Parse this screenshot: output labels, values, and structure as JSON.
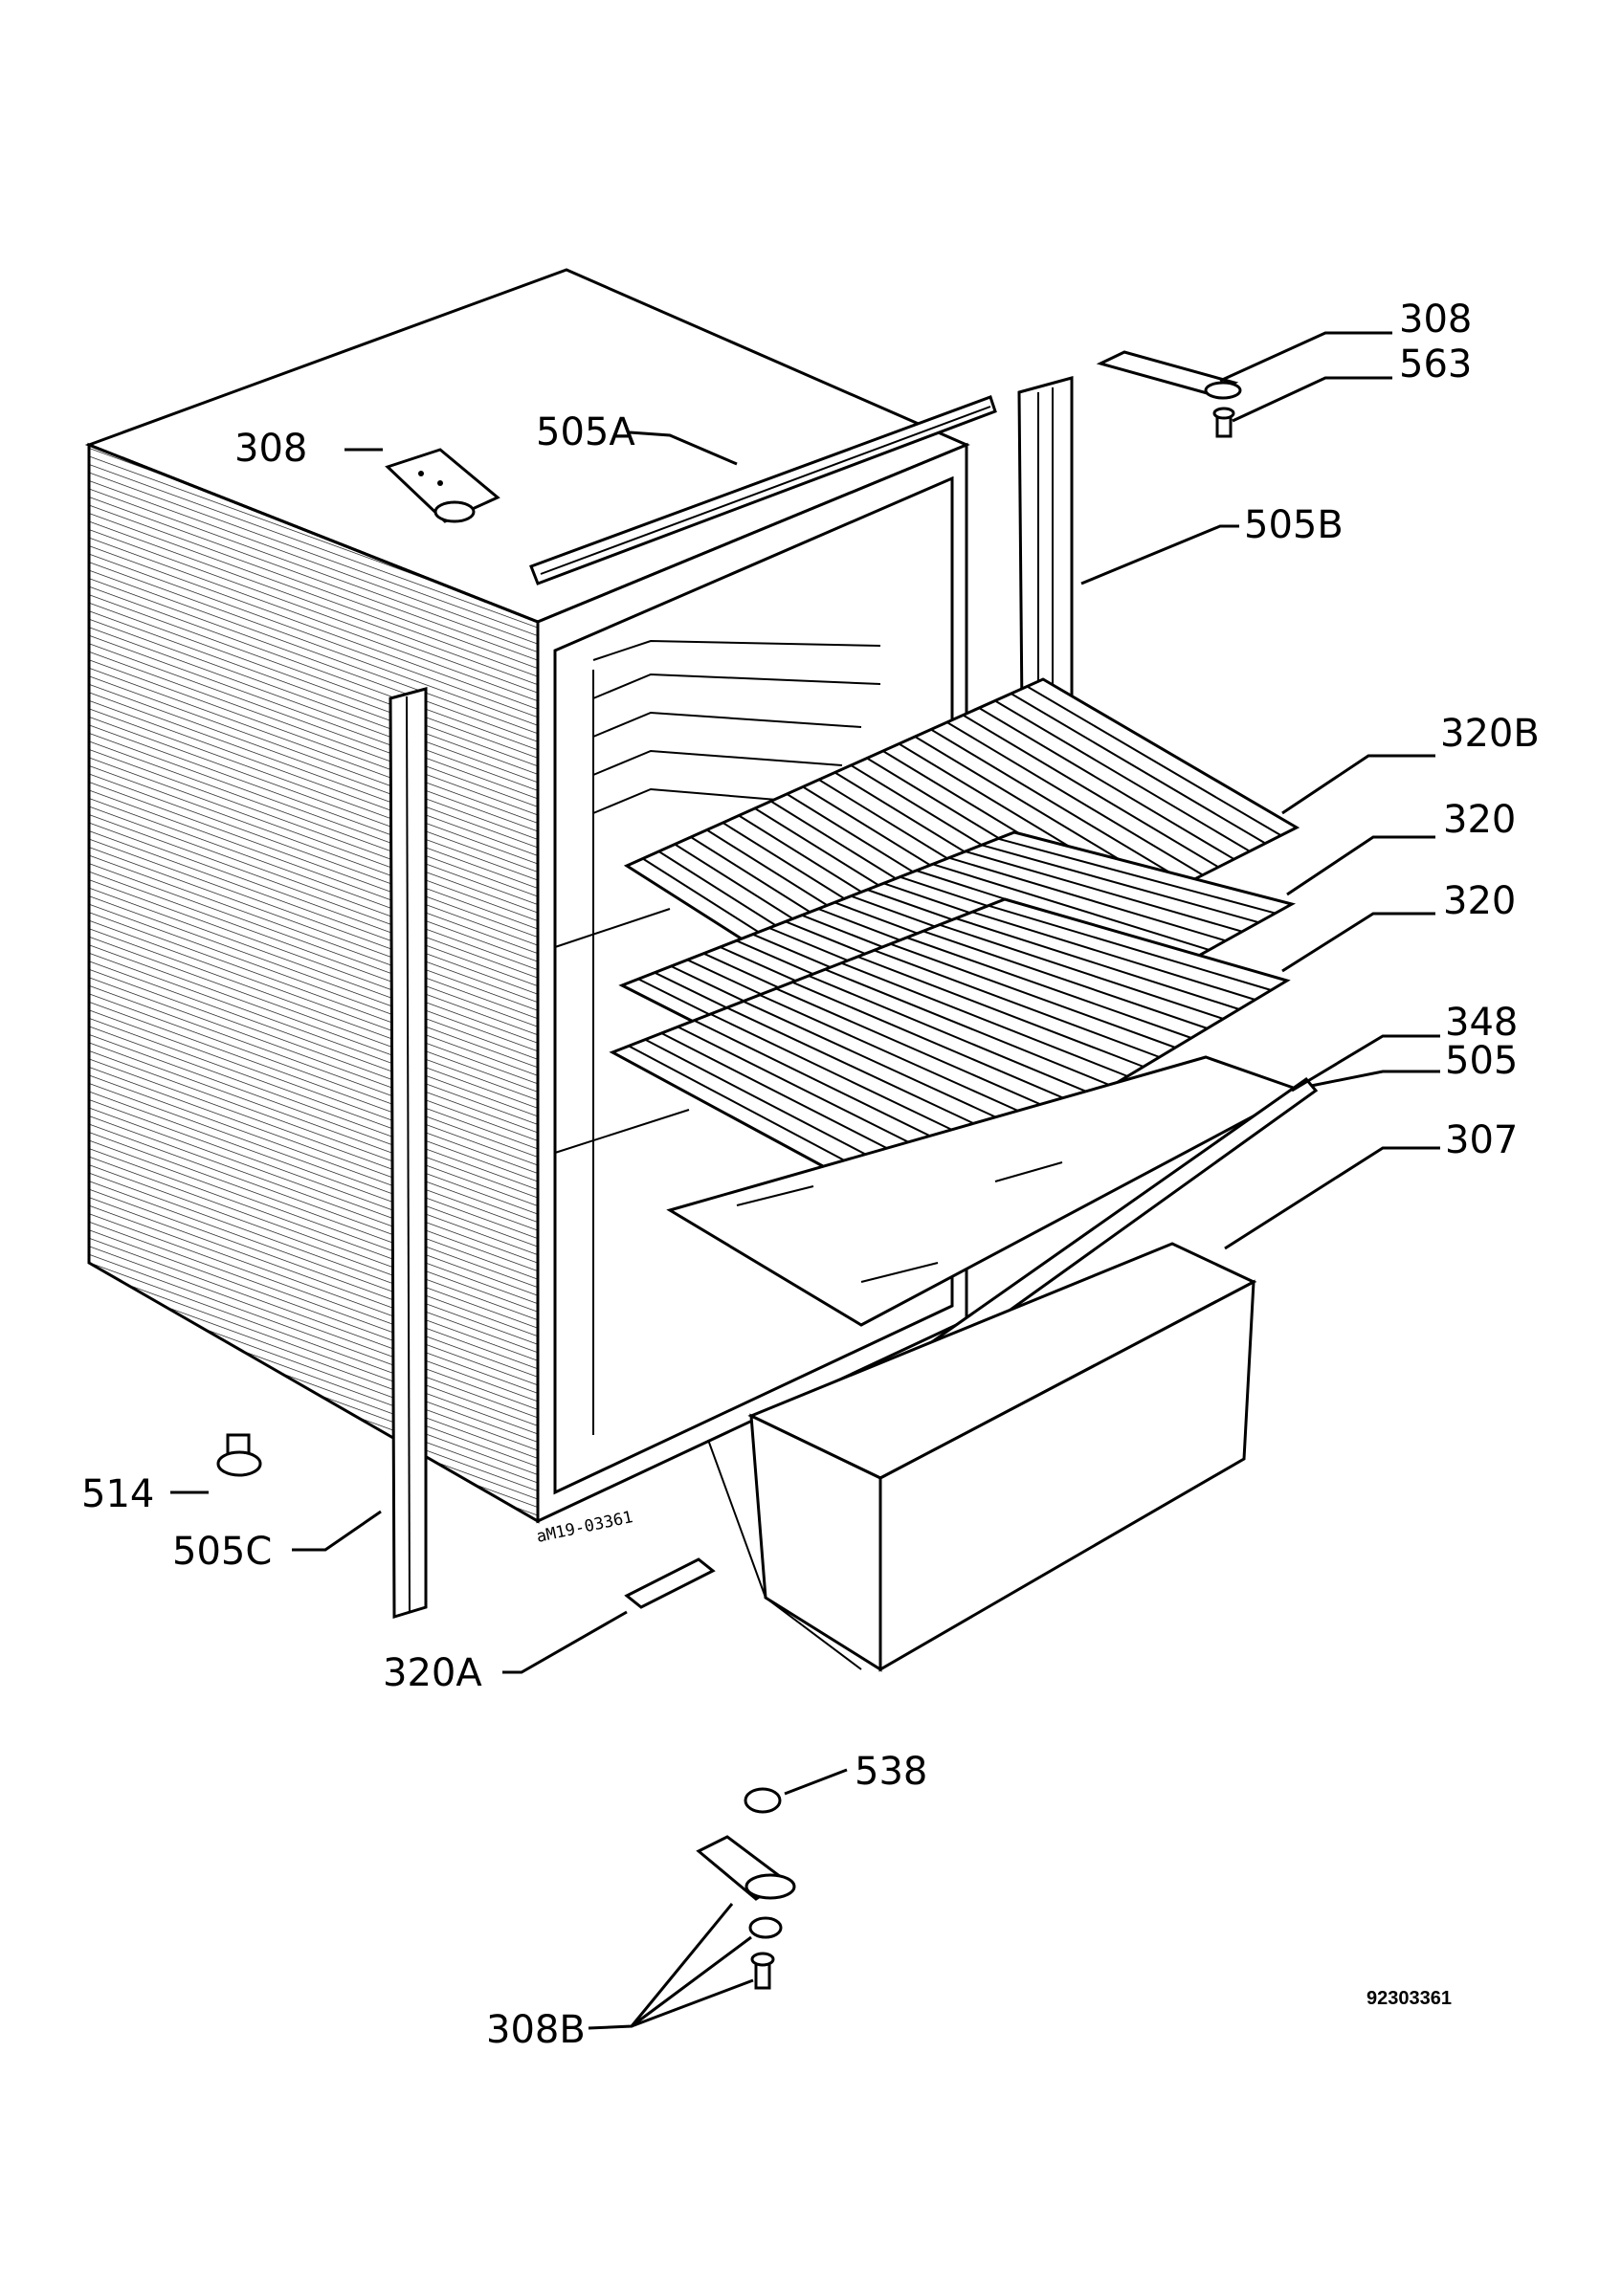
{
  "callouts": {
    "c308_top": "308",
    "c563": "563",
    "c505b": "505B",
    "c308_left": "308",
    "c505a": "505A",
    "c320b": "320B",
    "c320_1": "320",
    "c320_2": "320",
    "c348": "348",
    "c505": "505",
    "c307": "307",
    "c514": "514",
    "c505c": "505C",
    "c320a": "320A",
    "c538": "538",
    "c308b": "308B"
  },
  "stamp": "aM19-03361",
  "document_number": "92303361"
}
